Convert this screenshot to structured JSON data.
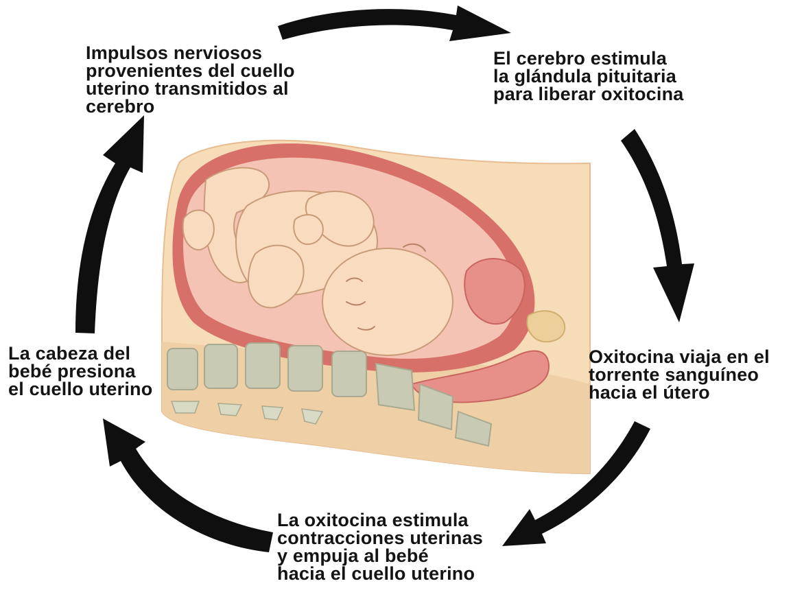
{
  "steps": [
    {
      "text": "El cerebro estimula\nla glándula pituitaria\npara liberar oxitocina"
    },
    {
      "text": "Oxitocina viaja en el\ntorrente sanguíneo\nhacia el útero"
    },
    {
      "text": "La oxitocina estimula\ncontracciones uterinas\ny empuja al bebé\nhacia el cuello uterino"
    },
    {
      "text": "La cabeza del\nbebé presiona\nel cuello uterino"
    },
    {
      "text": "Impulsos nerviosos\nprovenientes del cuello\nuterino transmitidos al\ncerebro"
    }
  ],
  "colors": {
    "arrow": "#0f0f0f",
    "skin": "#f7dcb8",
    "skin_shade": "#eec597",
    "uterus": "#d8706a",
    "amniotic": "#f4c3b4",
    "spine": "#c9cab3",
    "text": "#141414"
  }
}
